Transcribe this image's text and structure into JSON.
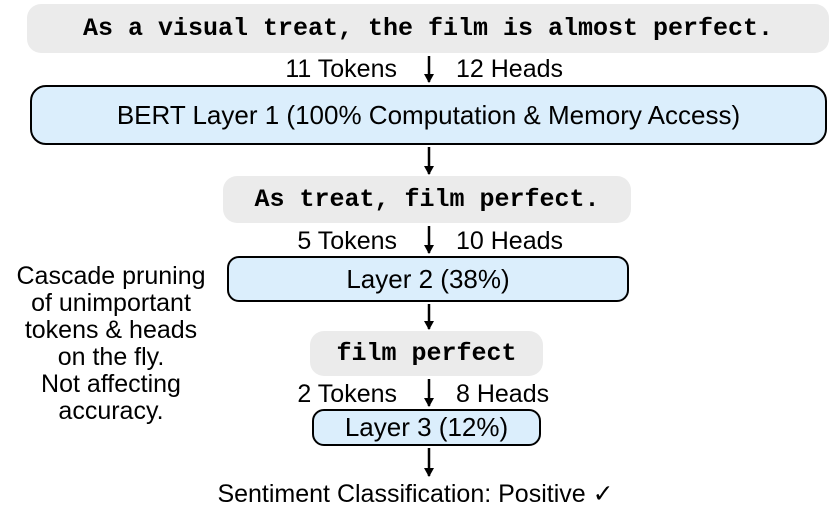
{
  "input_sentence": "As a visual treat, the film is almost perfect.",
  "layer1": {
    "tokens": "11 Tokens",
    "heads": "12 Heads",
    "label": "BERT Layer 1 (100% Computation & Memory Access)"
  },
  "sentence2": "As treat, film perfect.",
  "layer2": {
    "tokens": "5 Tokens",
    "heads": "10 Heads",
    "label": "Layer 2 (38%)"
  },
  "sentence3": "film perfect",
  "layer3": {
    "tokens": "2 Tokens",
    "heads": "8 Heads",
    "label": "Layer 3 (12%)"
  },
  "side_note": [
    "Cascade pruning",
    "of unimportant",
    "tokens & heads",
    "on the fly.",
    "Not affecting",
    "accuracy."
  ],
  "result": "Sentiment Classification: Positive ✓",
  "colors": {
    "layer_fill": "#dbeefc",
    "sentence_fill": "#ebebeb"
  }
}
